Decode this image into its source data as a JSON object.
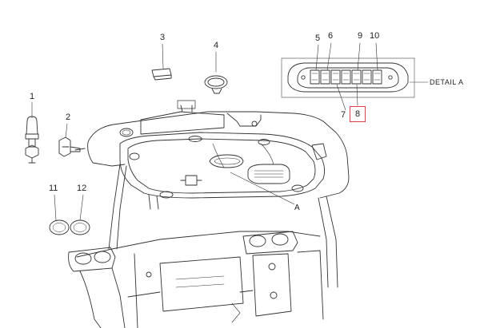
{
  "callouts": {
    "c1": "1",
    "c2": "2",
    "c3": "3",
    "c4": "4",
    "c5": "5",
    "c6": "6",
    "c7": "7",
    "c8": "8",
    "c9": "9",
    "c10": "10",
    "c11": "11",
    "c12": "12",
    "cA": "A"
  },
  "detail_label": "DETAIL  A",
  "highlight_color": "#e0404a"
}
